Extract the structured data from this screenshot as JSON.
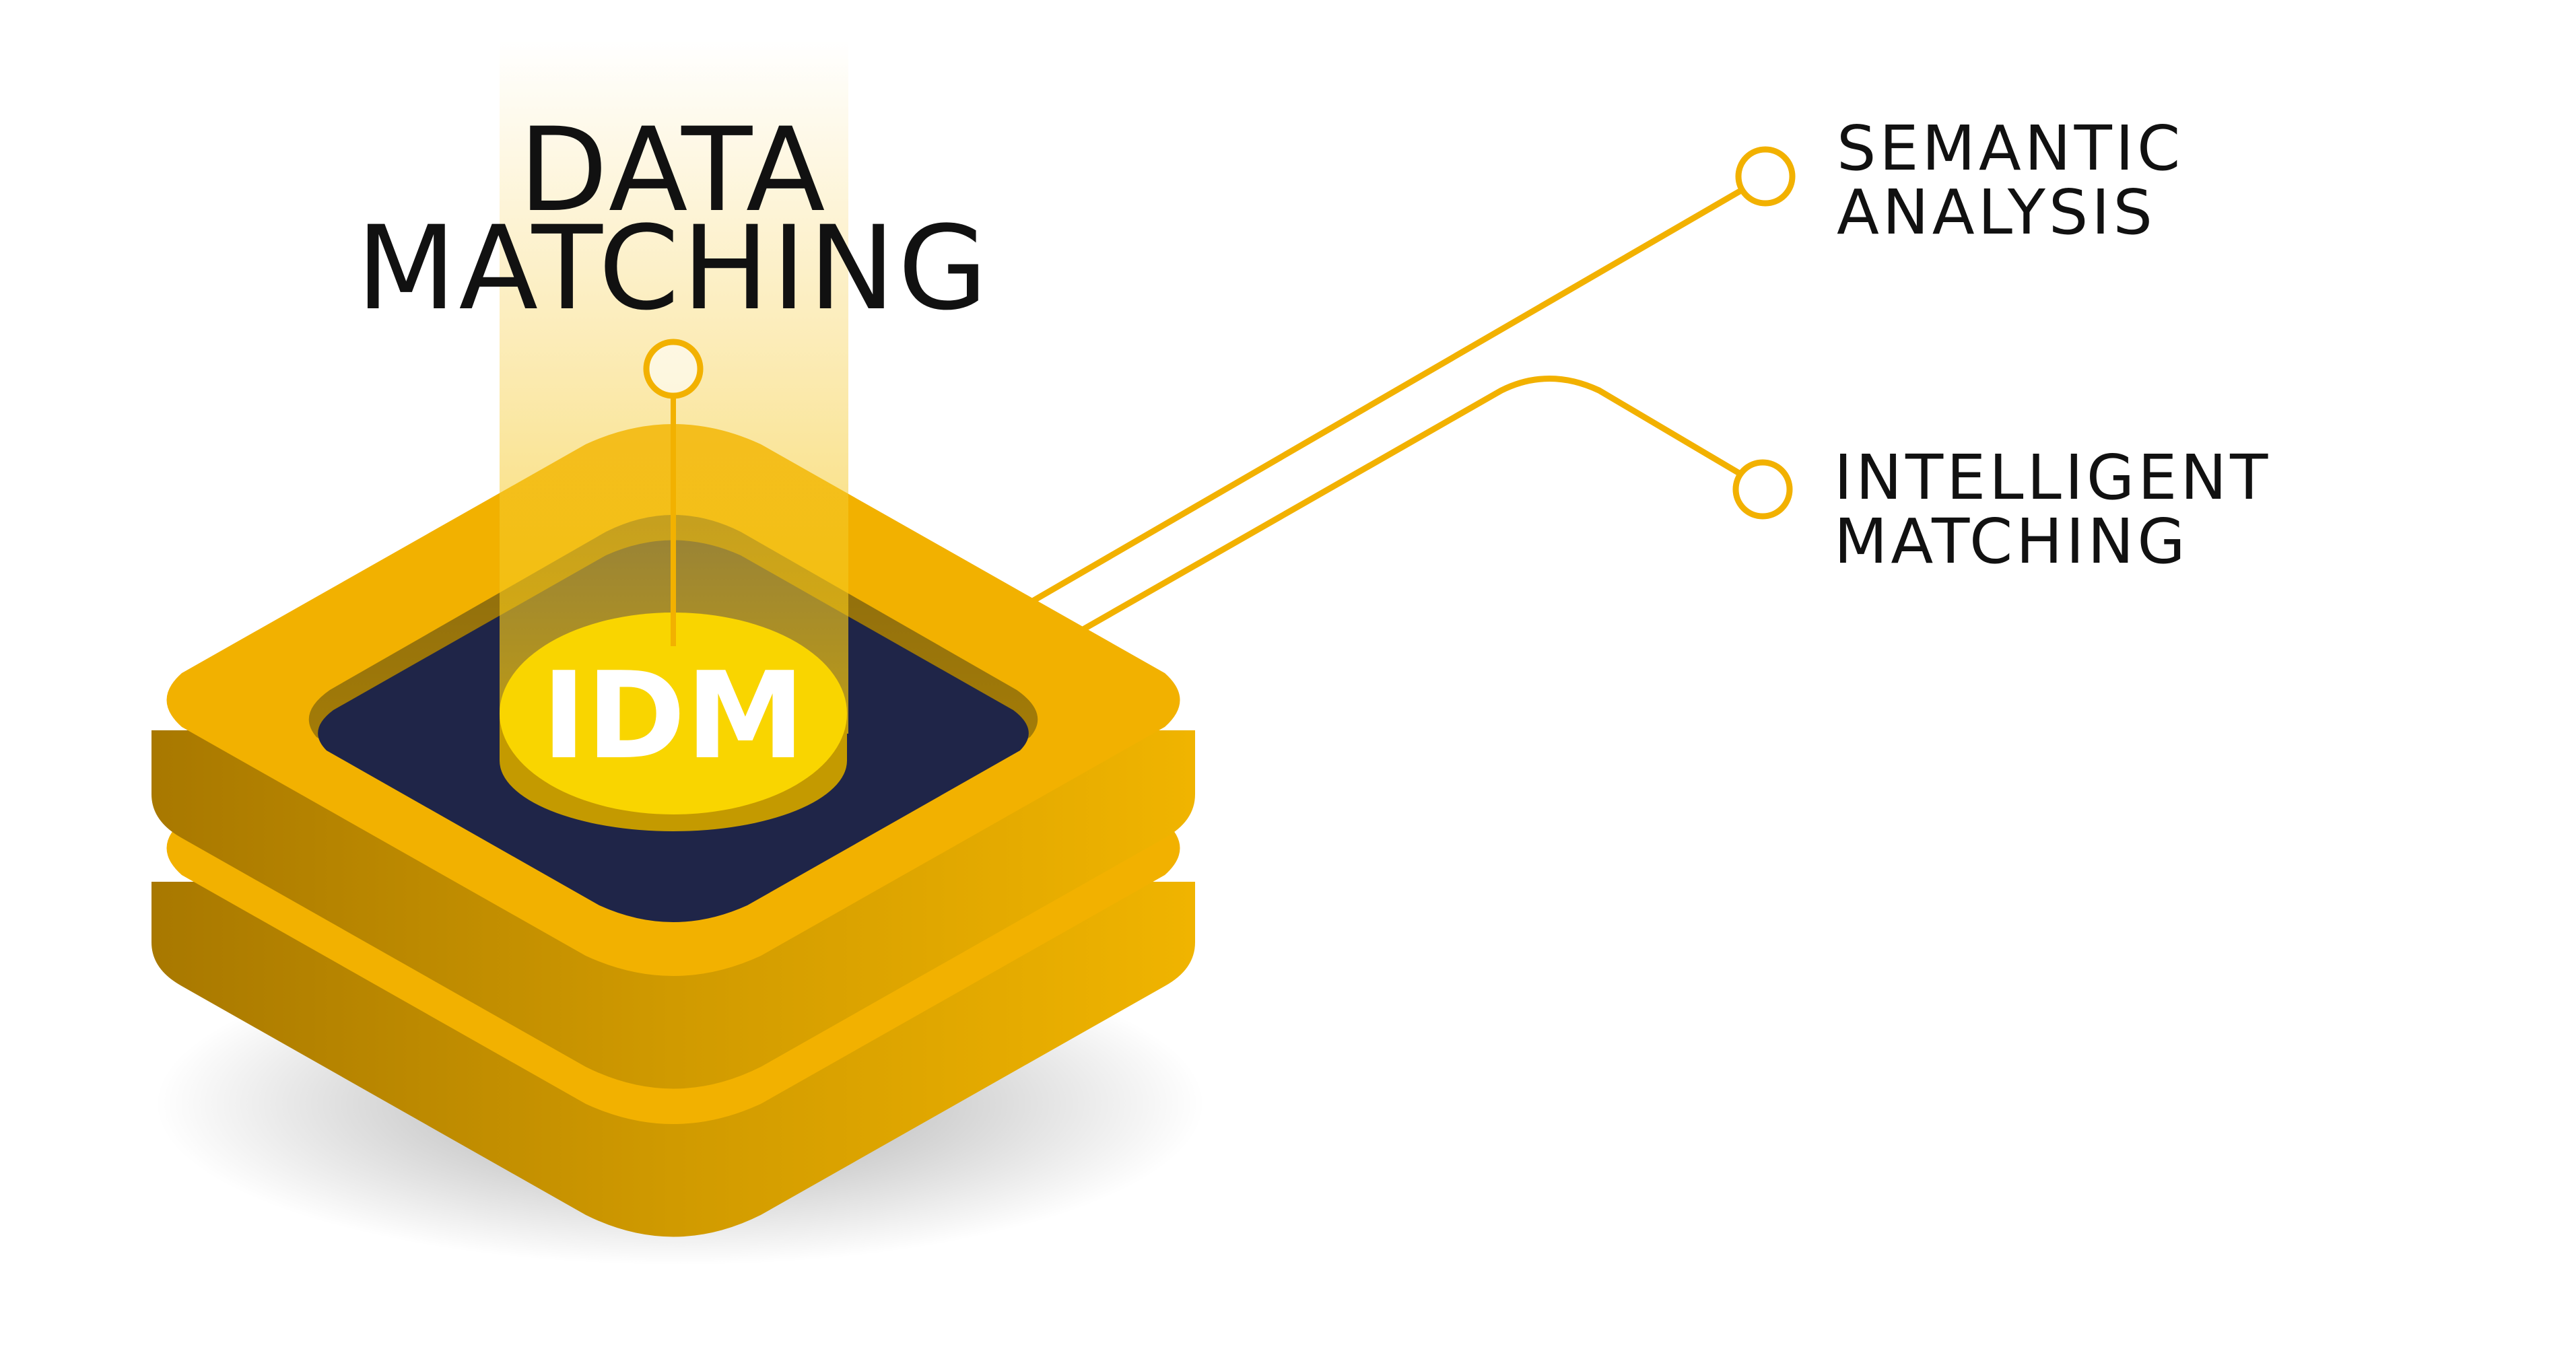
{
  "title": {
    "line1": "DATA",
    "line2": "MATCHING"
  },
  "core_label": "IDM",
  "features": [
    {
      "line1": "SEMANTIC",
      "line2": "ANALYSIS"
    },
    {
      "line1": "INTELLIGENT",
      "line2": "MATCHING"
    }
  ],
  "colors": {
    "accent_gold": "#F2B100",
    "gold_side": "#B07F00",
    "core_yellow": "#F9D500",
    "navy": "#1F2548",
    "beam": "#F7D25A",
    "text": "#111111",
    "background": "#FFFFFF"
  }
}
